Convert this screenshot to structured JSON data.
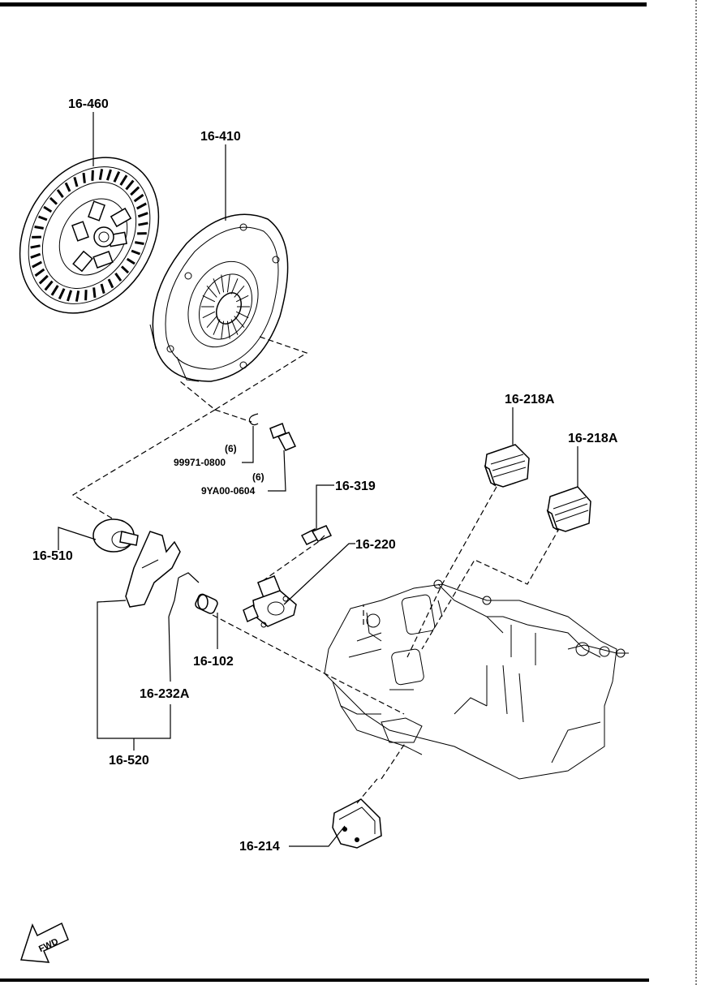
{
  "parts": [
    {
      "id": "disc",
      "label": "16-460"
    },
    {
      "id": "cover",
      "label": "16-410"
    },
    {
      "id": "clip",
      "label": "99971-0800",
      "qty": "(6)"
    },
    {
      "id": "bolt",
      "label": "9YA00-0604",
      "qty": "(6)"
    },
    {
      "id": "bolt2",
      "label": "16-319"
    },
    {
      "id": "release-bearing",
      "label": "16-510"
    },
    {
      "id": "guide",
      "label": "16-220"
    },
    {
      "id": "boot-1",
      "label": "16-218A"
    },
    {
      "id": "boot-2",
      "label": "16-218A"
    },
    {
      "id": "pivot",
      "label": "16-102"
    },
    {
      "id": "spring",
      "label": "16-232A"
    },
    {
      "id": "fork-assy",
      "label": "16-520"
    },
    {
      "id": "cover-plate",
      "label": "16-214"
    }
  ],
  "fwd_label": "FWD"
}
